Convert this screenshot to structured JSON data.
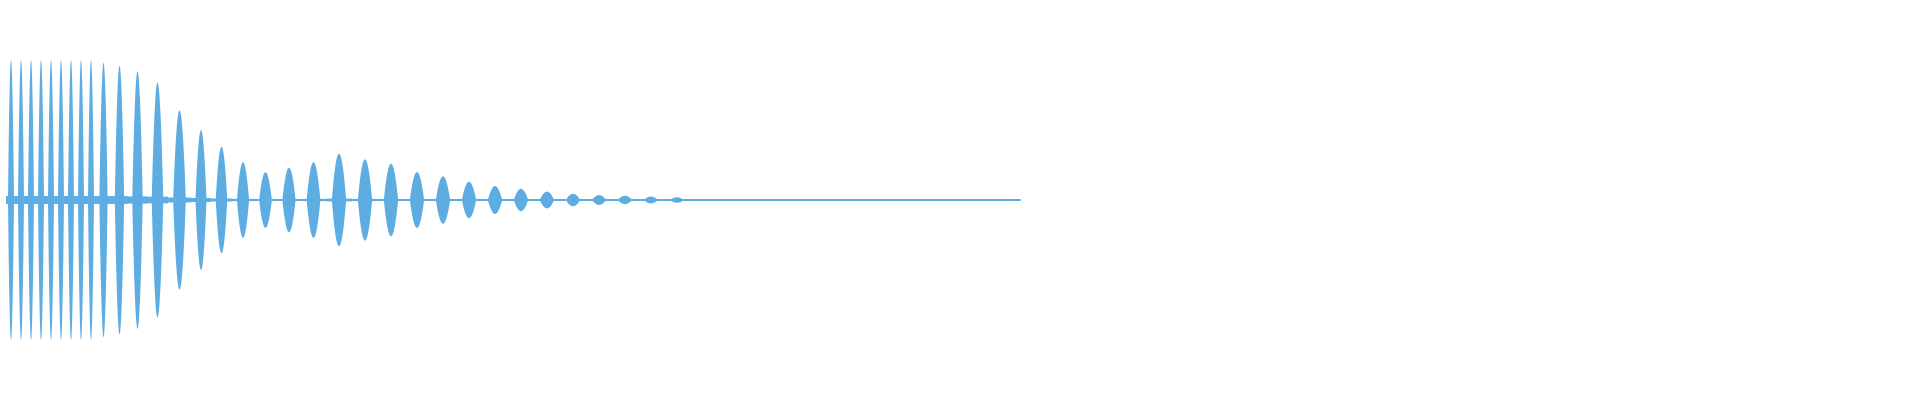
{
  "waveform": {
    "color": "#5dade2",
    "background": "#ffffff",
    "burst_envelope": [
      1.0,
      1.0,
      1.0,
      1.0,
      1.0,
      1.0,
      1.0,
      1.0,
      1.0,
      0.98,
      0.96,
      0.92,
      0.84,
      0.64,
      0.5,
      0.38,
      0.27,
      0.2,
      0.23,
      0.27,
      0.33,
      0.29,
      0.26,
      0.2,
      0.17,
      0.13,
      0.1,
      0.08,
      0.06,
      0.045,
      0.035,
      0.03,
      0.025,
      0.02
    ],
    "tail_level": 0.01
  }
}
